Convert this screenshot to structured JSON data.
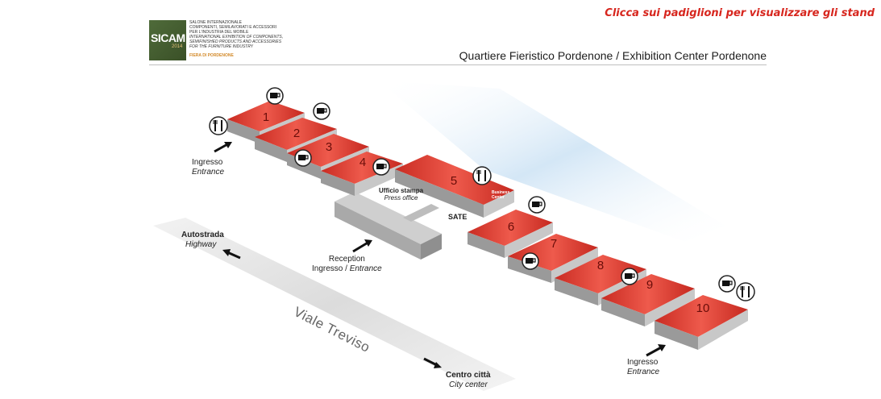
{
  "hint": "Clicca sui padiglioni per visualizzare gli stand",
  "subtitle": "Quartiere Fieristico Pordenone / Exhibition Center Pordenone",
  "logo": {
    "name": "SICAM",
    "year": "2014",
    "lines": [
      "SALONE INTERNAZIONALE",
      "COMPONENTI, SEMILAVORATI E ACCESSORI",
      "PER L'INDUSTRIA DEL MOBILE",
      "INTERNATIONAL EXHIBITION OF COMPONENTS,",
      "SEMIFINISHED PRODUCTS AND ACCESSORIES",
      "FOR THE FURNITURE INDUSTRY"
    ],
    "fiera": "FIERA DI PORDENONE"
  },
  "pavilions": [
    "1",
    "2",
    "3",
    "4",
    "5",
    "6",
    "7",
    "8",
    "9",
    "10"
  ],
  "labels": {
    "ingresso_top": {
      "it": "Ingresso",
      "en": "Entrance"
    },
    "ingresso_bottom": {
      "it": "Ingresso",
      "en": "Entrance"
    },
    "reception": {
      "it": "Reception",
      "it2": "Ingresso",
      "sep": " / ",
      "en": "Entrance"
    },
    "ufficio": {
      "it": "Ufficio stampa",
      "en": "Press office"
    },
    "business": {
      "it": "Business",
      "en": "Center"
    },
    "sate": "SATE",
    "autostrada": {
      "it": "Autostrada",
      "en": "Highway"
    },
    "centro": {
      "it": "Centro città",
      "en": "City center"
    },
    "street": "Viale Treviso"
  },
  "colors": {
    "pavilion": "#e0392e",
    "hint": "#d7261e"
  }
}
